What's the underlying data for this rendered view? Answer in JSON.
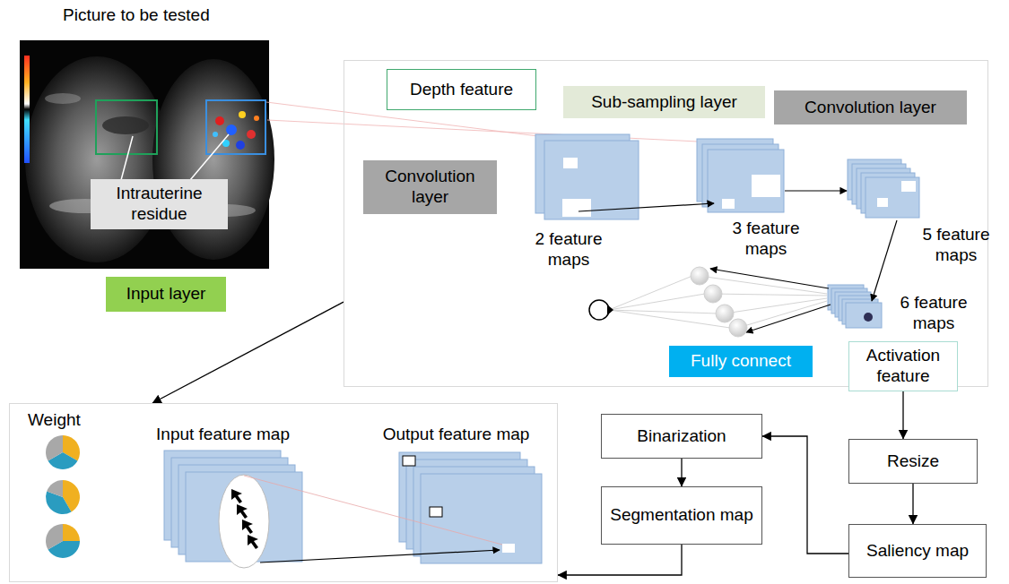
{
  "diagram": {
    "nodes": [
      {
        "text": [
          "Picture to be tested"
        ]
      },
      {
        "text": [
          "Intrauterine residue"
        ],
        "in": 0
      },
      {
        "text": [
          "Input layer"
        ]
      },
      {
        "text": [
          "2 feature maps",
          "3 feature maps",
          "5 feature maps",
          "6 feature maps"
        ]
      },
      {
        "text": [
          "Depth feature"
        ],
        "in": 3
      },
      {
        "text": [
          "Sub-sampling layer"
        ],
        "in": 3
      },
      {
        "text": [
          "Convolution layer"
        ],
        "in": 3
      },
      {
        "text": [
          "Convolution layer"
        ],
        "in": 3
      },
      {
        "text": [
          "Fully connect"
        ],
        "in": 3
      },
      {
        "text": [
          "Activation feature"
        ],
        "in": 3
      },
      {
        "text": [
          "Weight",
          "Input feature map",
          "Output feature map"
        ]
      },
      {
        "text": [
          "Binarization"
        ]
      },
      {
        "text": [
          "Segmentation map"
        ]
      },
      {
        "text": [
          "Resize"
        ]
      },
      {
        "text": [
          "Saliency map"
        ]
      }
    ],
    "edges": [
      {
        "from": 3,
        "to": 10,
        "arrow": "to"
      },
      {
        "from": 9,
        "to": 13,
        "arrow": "to"
      },
      {
        "from": 13,
        "to": 14,
        "arrow": "to"
      },
      {
        "from": 14,
        "to": 11,
        "arrow": "to"
      },
      {
        "from": 11,
        "to": 12,
        "arrow": "to"
      },
      {
        "from": 12,
        "to": 10,
        "arrow": "to"
      }
    ]
  }
}
